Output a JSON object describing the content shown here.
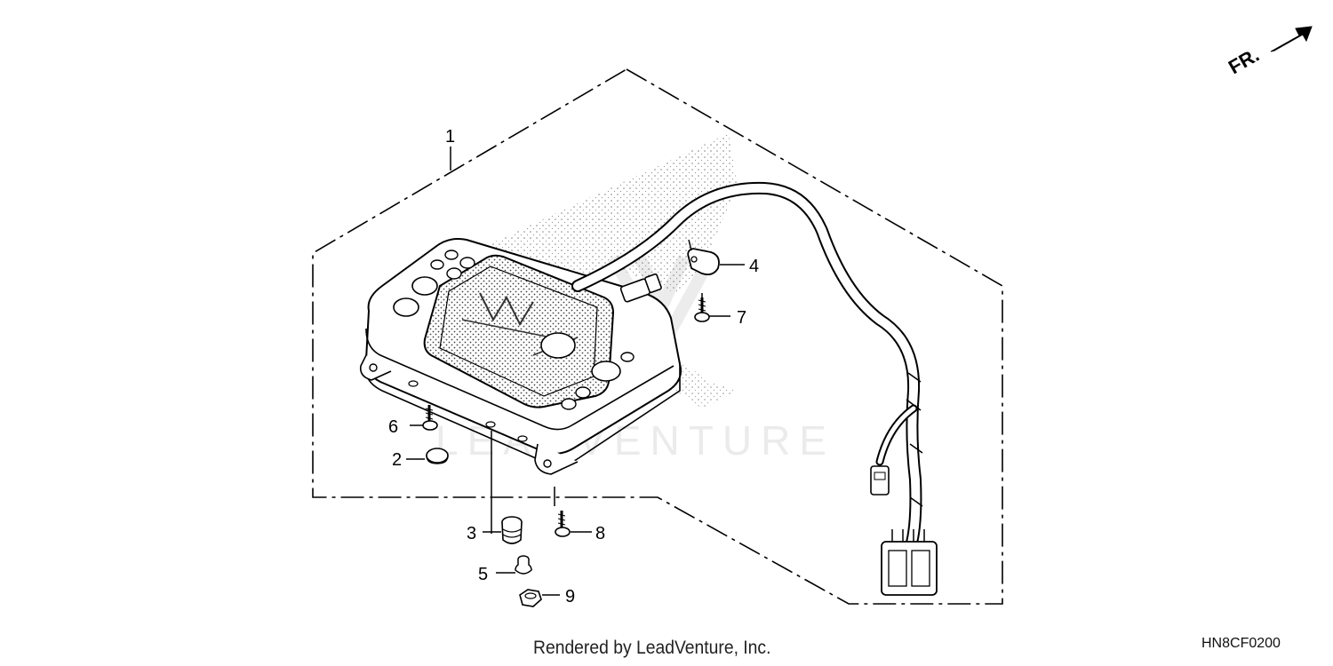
{
  "diagram": {
    "direction_label": "FR.",
    "watermark": "LEADVENTURE",
    "parts": [
      {
        "number": "1"
      },
      {
        "number": "2"
      },
      {
        "number": "3"
      },
      {
        "number": "4"
      },
      {
        "number": "5"
      },
      {
        "number": "6"
      },
      {
        "number": "7"
      },
      {
        "number": "8"
      },
      {
        "number": "9"
      }
    ]
  },
  "footer": {
    "credit": "Rendered by LeadVenture, Inc.",
    "diagram_code": "HN8CF0200"
  },
  "colors": {
    "line": "#000000",
    "watermark": "#ebebeb",
    "background": "#ffffff"
  }
}
